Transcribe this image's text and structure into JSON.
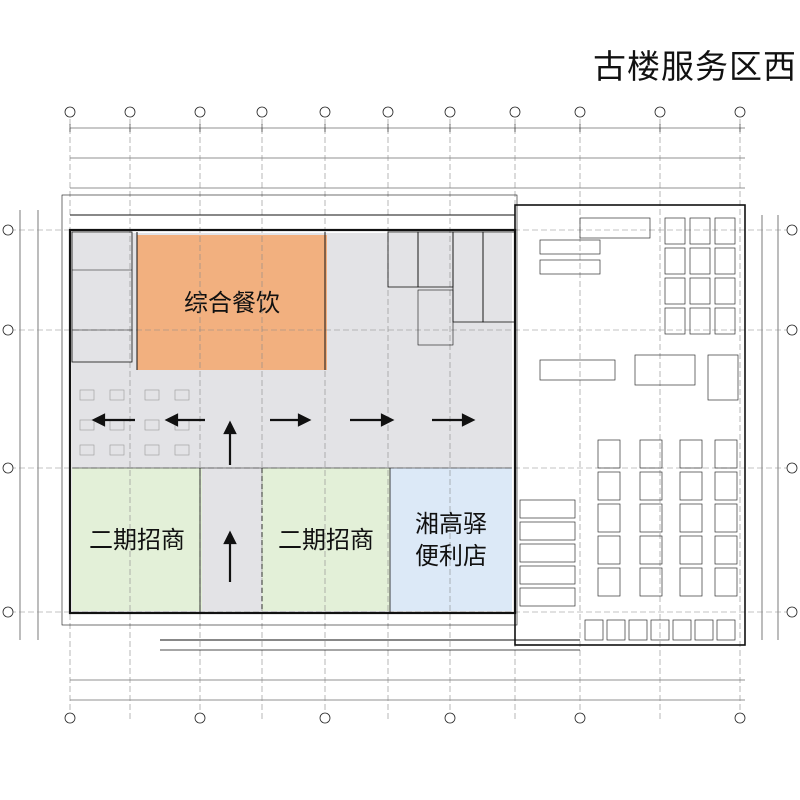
{
  "title": "古楼服务区西区",
  "zones": {
    "dining": {
      "label": "综合餐饮",
      "color": "#f2b07f"
    },
    "phase2_left": {
      "label": "二期招商",
      "color": "#e3f0d8"
    },
    "phase2_mid": {
      "label": "二期招商",
      "color": "#e3f0d8"
    },
    "store": {
      "line1": "湘高驿",
      "line2": "便利店",
      "color": "#dce9f7"
    },
    "corridor": {
      "color": "#e3e3e6"
    }
  },
  "colors": {
    "line": "#222222",
    "accent_arrow": "#111111"
  }
}
